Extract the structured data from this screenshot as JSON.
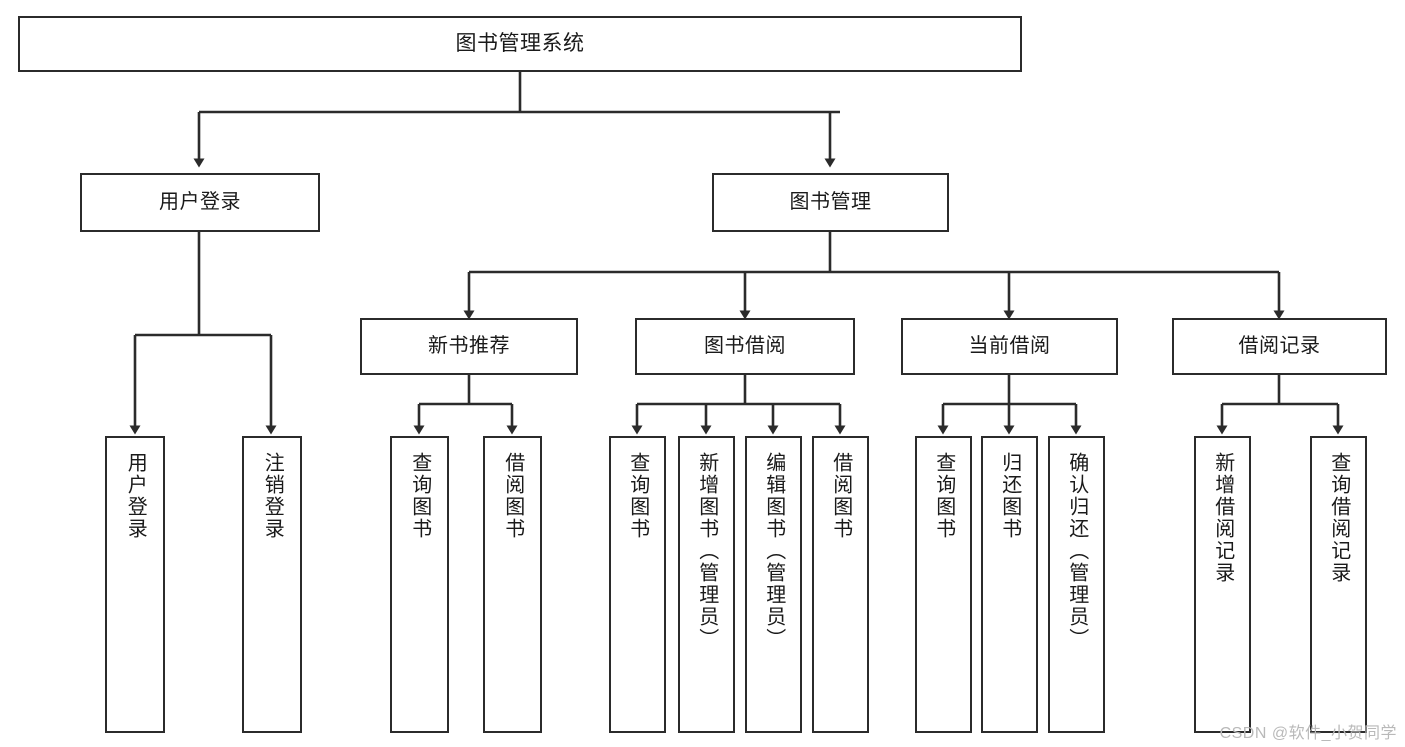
{
  "diagram": {
    "title": "图书管理系统",
    "watermark": "CSDN @软件_小贺同学",
    "line_color": "#2b2b2b",
    "box_fill": "#ffffff",
    "text_color": "#1a1a1a",
    "watermark_color": "#b9b9b9"
  },
  "root": {
    "label": "图书管理系统"
  },
  "level1": [
    {
      "label": "用户登录"
    },
    {
      "label": "图书管理"
    }
  ],
  "level2": [
    {
      "label": "新书推荐"
    },
    {
      "label": "图书借阅"
    },
    {
      "label": "当前借阅"
    },
    {
      "label": "借阅记录"
    }
  ],
  "leaves": {
    "user_login": [
      {
        "label": "用户登录"
      },
      {
        "label": "注销登录"
      }
    ],
    "new_book_recommend": [
      {
        "label": "查询图书"
      },
      {
        "label": "借阅图书"
      }
    ],
    "book_borrow": [
      {
        "label": "查询图书"
      },
      {
        "label": "新增图书（管理员）"
      },
      {
        "label": "编辑图书（管理员）"
      },
      {
        "label": "借阅图书"
      }
    ],
    "current_borrow": [
      {
        "label": "查询图书"
      },
      {
        "label": "归还图书"
      },
      {
        "label": "确认归还（管理员）"
      }
    ],
    "borrow_record": [
      {
        "label": "新增借阅记录"
      },
      {
        "label": "查询借阅记录"
      }
    ]
  }
}
